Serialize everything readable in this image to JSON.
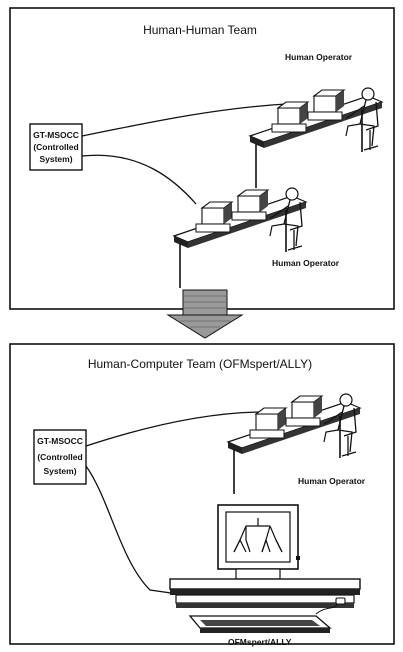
{
  "top_panel": {
    "title": "Human-Human Team",
    "system_box": {
      "line1": "GT-MSOCC",
      "line2": "(Controlled",
      "line3": "System)"
    },
    "operator_top_label": "Human Operator",
    "operator_bottom_label": "Human Operator"
  },
  "bottom_panel": {
    "title": "Human-Computer Team (OFMspert/ALLY)",
    "system_box": {
      "line1": "GT-MSOCC",
      "line2": "(Controlled",
      "line3": "System)"
    },
    "operator_label": "Human Operator",
    "computer_label": "OFMspert/ALLY"
  },
  "colors": {
    "ink": "#111111",
    "arrow_fill": "#9a9a9a",
    "paper": "#ffffff"
  }
}
